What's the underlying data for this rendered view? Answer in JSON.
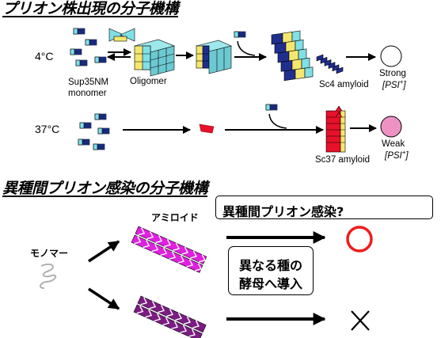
{
  "section1": {
    "title": "プリオン株出現の分子機構",
    "temp_4c": "4°C",
    "temp_37c": "37°C",
    "monomer_label": "Sup35NM\nmonomer",
    "monomer_line1": "Sup35NM",
    "monomer_line2": "monomer",
    "oligomer_label": "Oligomer",
    "sc4_label": "Sc4 amyloid",
    "sc37_label": "Sc37 amyloid",
    "strong_label": "Strong",
    "weak_label": "Weak",
    "psi_strong": "[PSI+]",
    "psi_weak": "[PSI+]",
    "psi_text": "PSI",
    "psi_plus": "+"
  },
  "section2": {
    "title": "異種間プリオン感染の分子機構",
    "question_box": "異種間プリオン感染?",
    "monomer_label": "モノマー",
    "amyloid_label": "アミロイド",
    "hetero_line1": "異なる種の",
    "hetero_line2": "酵母へ導入",
    "result_infected": "O",
    "result_not_infected": "X"
  },
  "colors": {
    "cube_yellow": "#f5e66e",
    "cube_cyan": "#7fe0e6",
    "sc4_blue": "#1f2f8f",
    "sc37_red": "#e8102a",
    "weak_pink": "#ee92c4",
    "amyloid_magenta": "#e020e0",
    "amyloid_purple": "#7a1c82",
    "circle_red": "#ee1c1c"
  }
}
